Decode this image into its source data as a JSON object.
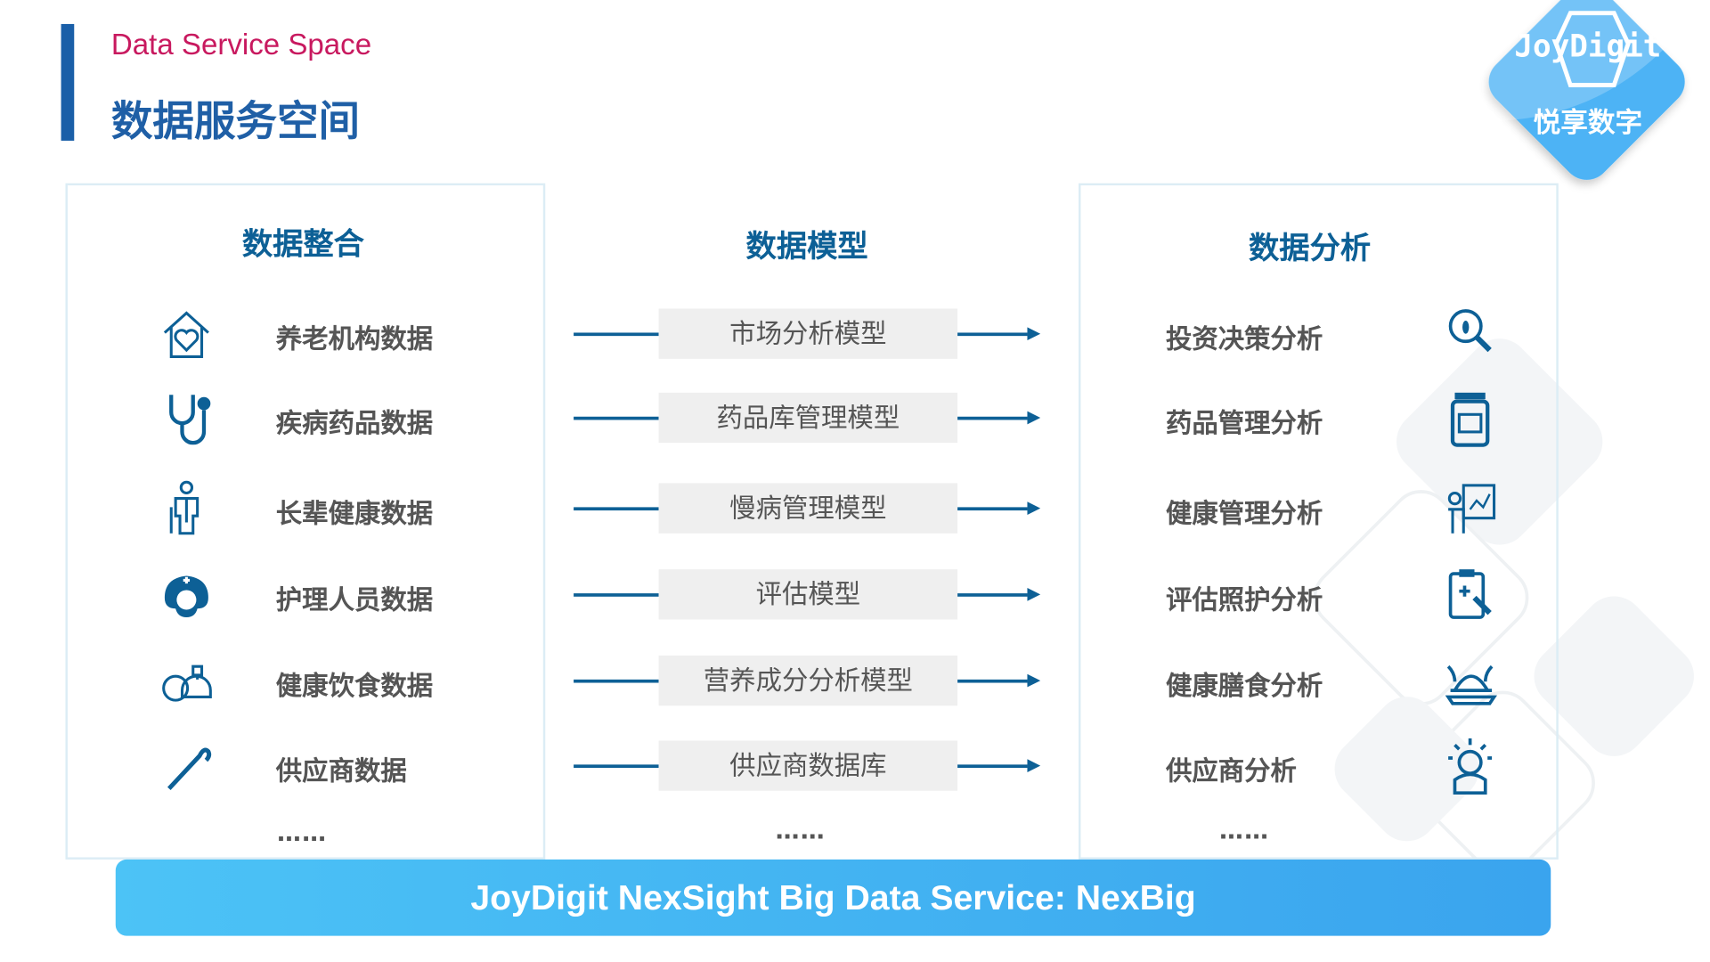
{
  "header": {
    "subtitle": "Data Service Space",
    "title": "数据服务空间"
  },
  "logo": {
    "text_en": "JoyDigit",
    "text_cn": "悦享数字",
    "color": "#4db3f5"
  },
  "integration": {
    "title": "数据整合",
    "items": [
      {
        "label": "养老机构数据",
        "icon": "house-heart-icon"
      },
      {
        "label": "疾病药品数据",
        "icon": "stethoscope-icon"
      },
      {
        "label": "长辈健康数据",
        "icon": "elderly-person-icon"
      },
      {
        "label": "护理人员数据",
        "icon": "nurse-icon"
      },
      {
        "label": "健康饮食数据",
        "icon": "healthy-food-icon"
      },
      {
        "label": "供应商数据",
        "icon": "cane-icon"
      }
    ],
    "more": "……"
  },
  "models": {
    "title": "数据模型",
    "items": [
      "市场分析模型",
      "药品库管理模型",
      "慢病管理模型",
      "评估模型",
      "营养成分分析模型",
      "供应商数据库"
    ],
    "more": "……"
  },
  "analysis": {
    "title": "数据分析",
    "items": [
      {
        "label": "投资决策分析",
        "icon": "magnifier-footprint-icon"
      },
      {
        "label": "药品管理分析",
        "icon": "medicine-bottle-icon"
      },
      {
        "label": "健康管理分析",
        "icon": "presentation-board-icon"
      },
      {
        "label": "评估照护分析",
        "icon": "clipboard-medical-icon"
      },
      {
        "label": "健康膳食分析",
        "icon": "food-tray-icon"
      },
      {
        "label": "供应商分析",
        "icon": "supplier-person-icon"
      }
    ],
    "more": "……"
  },
  "footer": {
    "text": "JoyDigit NexSight Big Data Service: NexBig"
  },
  "colors": {
    "primary": "#0d6096",
    "title": "#1f5fa6",
    "subtitle": "#c8195f",
    "footer": "#42b4f2"
  }
}
